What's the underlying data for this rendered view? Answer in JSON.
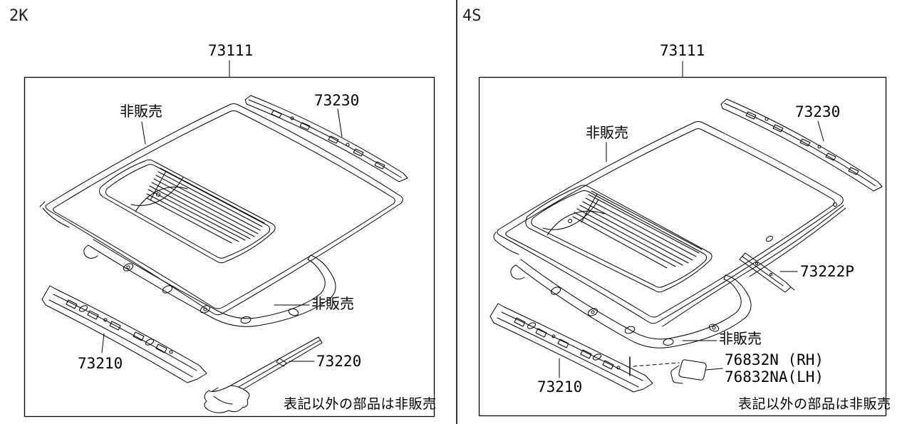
{
  "colors": {
    "line": "#000000",
    "background": "#ffffff",
    "text": "#000000"
  },
  "left_panel": {
    "tag": "2K",
    "labels": {
      "part_73111": "73111",
      "not_sold_top": "非販売",
      "part_73230": "73230",
      "not_sold_mid": "非販売",
      "part_73210": "73210",
      "part_73220": "73220",
      "note": "表記以外の部品は非販売"
    }
  },
  "right_panel": {
    "tag": "4S",
    "labels": {
      "part_73111": "73111",
      "not_sold_top": "非販売",
      "part_73230": "73230",
      "part_73222p": "73222P",
      "not_sold_mid": "非販売",
      "part_76832n_rh": "76832N (RH)",
      "part_76832na_lh": "76832NA(LH)",
      "part_73210": "73210",
      "note": "表記以外の部品は非販売"
    }
  }
}
